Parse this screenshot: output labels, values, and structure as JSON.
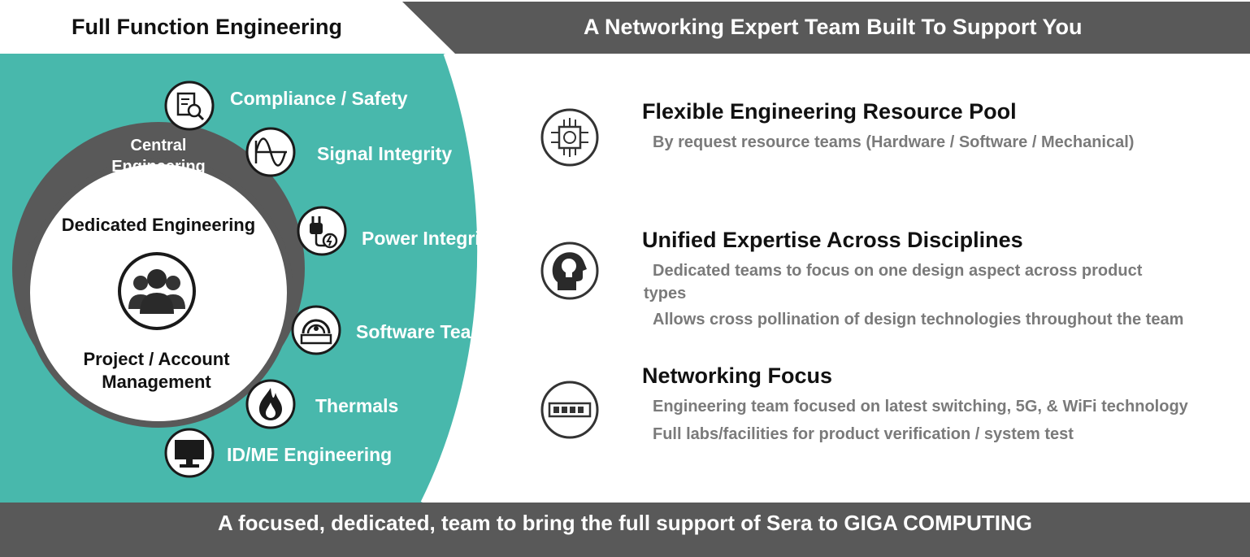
{
  "header": {
    "left_title": "Full Function Engineering",
    "right_title": "A Networking Expert Team Built To Support You"
  },
  "wheel": {
    "central_label": "Central Engineering",
    "dedicated_label": "Dedicated Engineering",
    "project_label": "Project / Account Management",
    "items": [
      {
        "label": "Compliance / Safety",
        "icon": "document-search-icon"
      },
      {
        "label": "Signal Integrity",
        "icon": "sine-wave-icon"
      },
      {
        "label": "Power Integrity",
        "icon": "power-plug-icon"
      },
      {
        "label": "Software Team",
        "icon": "server-drive-icon"
      },
      {
        "label": "Thermals",
        "icon": "flame-icon"
      },
      {
        "label": "ID/ME Engineering",
        "icon": "monitor-icon"
      }
    ]
  },
  "features": [
    {
      "title": "Flexible Engineering Resource Pool",
      "icon": "brain-chip-icon",
      "lines": [
        "By request resource teams (Hardware / Software / Mechanical)"
      ]
    },
    {
      "title": "Unified Expertise Across Disciplines",
      "icon": "head-lightbulb-icon",
      "lines": [
        "Dedicated teams to focus on one design aspect across product",
        "types",
        "Allows cross pollination of design technologies throughout the team"
      ]
    },
    {
      "title": "Networking Focus",
      "icon": "network-switch-icon",
      "lines": [
        "Engineering team focused on latest switching, 5G, & WiFi technology",
        "Full labs/facilities for product verification / system test"
      ]
    }
  ],
  "footer": {
    "text": "A focused, dedicated, team to bring the full support of Sera to GIGA COMPUTING"
  },
  "colors": {
    "teal": "#48b8ac",
    "dark_gray": "#595959",
    "ring_gray": "#5a5a5a",
    "text_gray": "#7a7a7a"
  }
}
